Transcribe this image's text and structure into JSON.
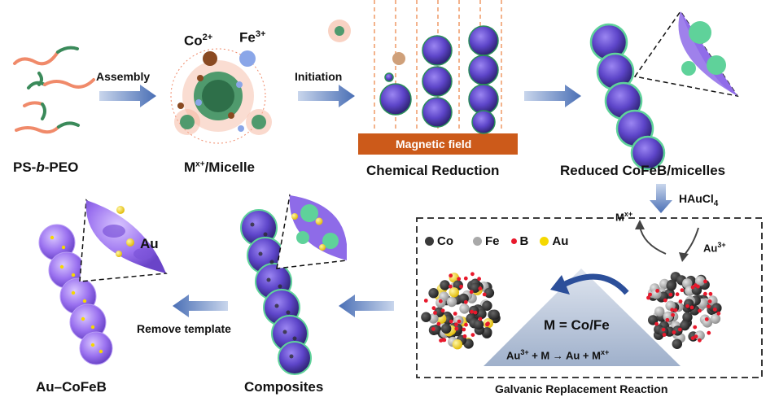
{
  "steps": {
    "ps_peo": {
      "pre": "PS-",
      "italic": "b",
      "post": "-PEO"
    },
    "assembly": "Assembly",
    "micelle": {
      "base": "M",
      "sup": "x+",
      "rest": "/Micelle"
    },
    "co_ion": {
      "base": "Co",
      "sup": "2+"
    },
    "fe_ion": {
      "base": "Fe",
      "sup": "3+"
    },
    "initiation": "Initiation",
    "magnetic_field": "Magnetic field",
    "chemical_reduction": "Chemical Reduction",
    "reduced": "Reduced CoFeB/micelles",
    "haucl4": {
      "base": "HAuCl",
      "sub": "4"
    },
    "galvanic": "Galvanic Replacement Reaction",
    "composites": "Composites",
    "remove_template": "Remove template",
    "au_cofeb": "Au–CoFeB",
    "au_label": "Au"
  },
  "legend": [
    {
      "label": "Co",
      "color": "#3a3a3a"
    },
    {
      "label": "Fe",
      "color": "#a9a9a9"
    },
    {
      "label": "B",
      "color": "#e8192c"
    },
    {
      "label": "Au",
      "color": "#f5d800"
    }
  ],
  "reaction": {
    "mx": {
      "base": "M",
      "sup": "x+"
    },
    "au3": {
      "base": "Au",
      "sup": "3+"
    },
    "equation_m": "M = Co/Fe",
    "equation": {
      "a": "Au",
      "a_sup": "3+",
      "b": " + M → Au + M",
      "b_sup": "x+"
    }
  },
  "colors": {
    "arrow": "#5b7fbf",
    "field_bar": "#cc5a1a",
    "field_line": "#f0a070",
    "sphere": "#2a8f5a",
    "purple": "#8e6be8",
    "triangle": "#aab8cf"
  }
}
